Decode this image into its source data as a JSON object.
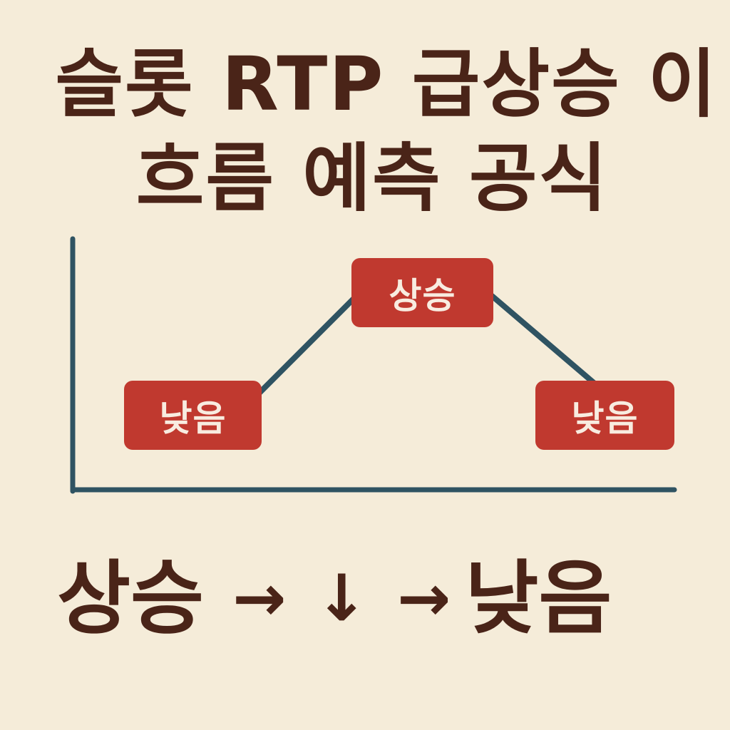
{
  "title": {
    "line1": "슬롯 RTP 급상승 이",
    "line2": "흐름 예측 공식"
  },
  "diagram": {
    "labels": {
      "start": "낮음",
      "peak": "상승",
      "end": "낮음"
    },
    "colors": {
      "axis": "#2f5362",
      "line": "#2f5362",
      "badge": "#c0392f",
      "text": "#4a2418",
      "background": "#f5ecd9"
    }
  },
  "summary": {
    "from": "상승",
    "arrow1": "→",
    "down_arrow": "↓",
    "arrow2": "→",
    "to": "낮음"
  }
}
